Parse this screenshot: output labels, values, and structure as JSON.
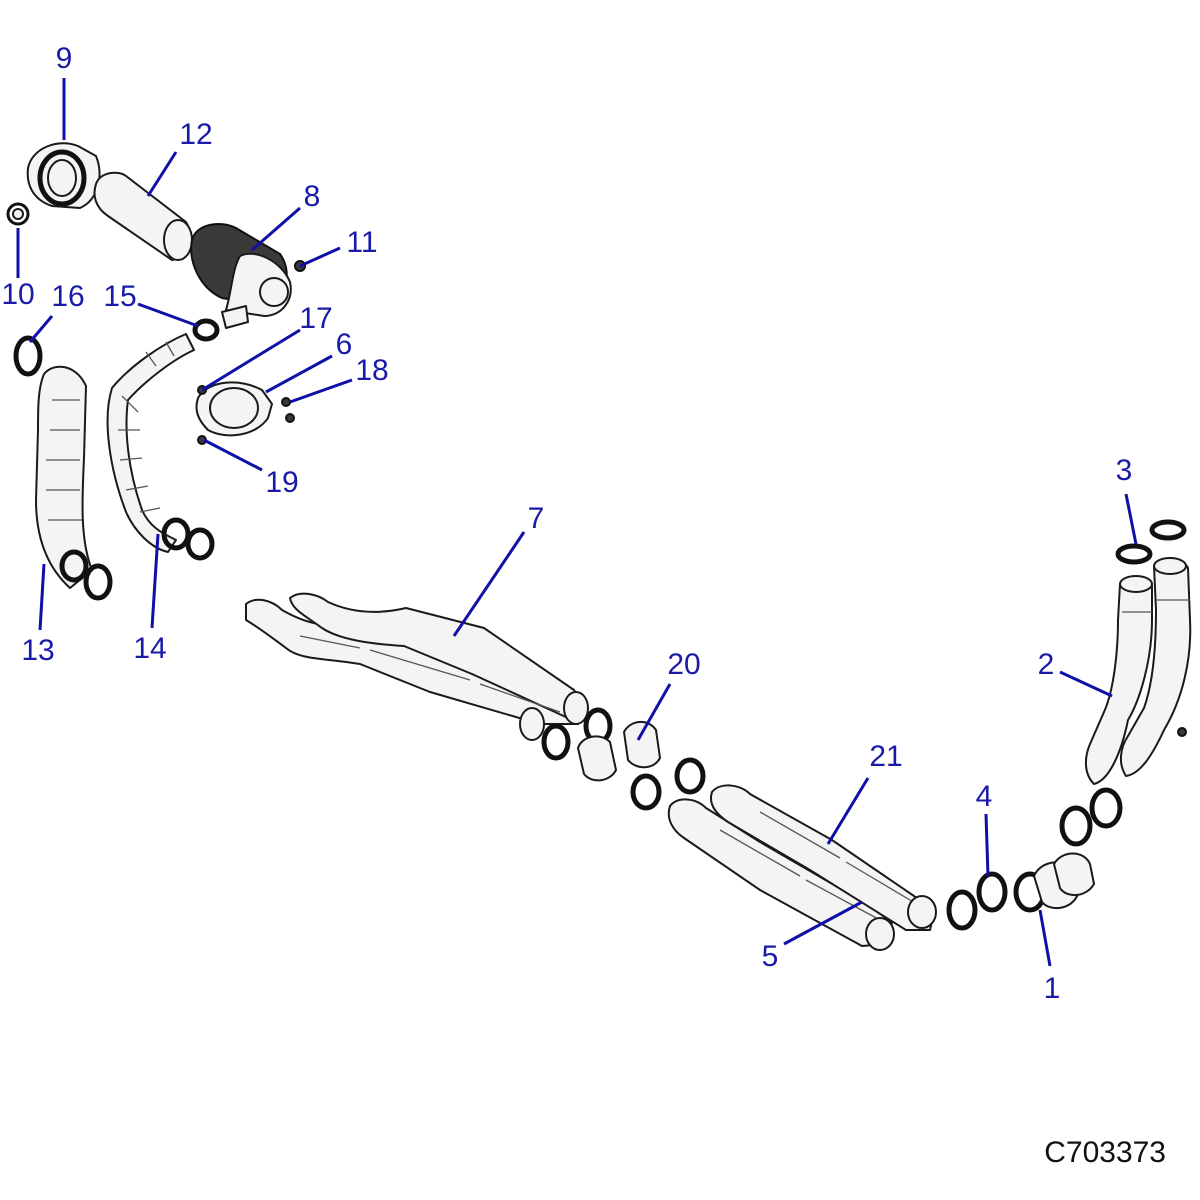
{
  "diagram": {
    "drawing_number": "C703373",
    "callouts": [
      "1",
      "2",
      "3",
      "4",
      "5",
      "6",
      "7",
      "8",
      "9",
      "10",
      "11",
      "12",
      "13",
      "14",
      "15",
      "16",
      "17",
      "18",
      "19",
      "20",
      "21"
    ]
  }
}
